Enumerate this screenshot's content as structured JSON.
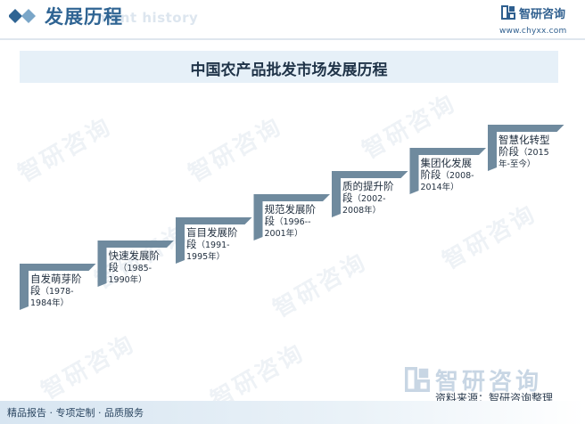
{
  "header": {
    "title": "发展历程",
    "title_en": "ment history",
    "logo_name": "智研咨询",
    "logo_url": "www.chyxx.com"
  },
  "chart_title": "中国农产品批发市场发展历程",
  "steps": [
    {
      "name": "自发萌芽阶段",
      "line1": "自发萌芽阶",
      "line2": "段",
      "years_a": "（1978-",
      "years_b": "1984年）"
    },
    {
      "name": "快速发展阶段",
      "line1": "快速发展阶",
      "line2": "段",
      "years_a": "（1985-",
      "years_b": "1990年）"
    },
    {
      "name": "盲目发展阶段",
      "line1": "盲目发展阶",
      "line2": "段",
      "years_a": "（1991-",
      "years_b": "1995年）"
    },
    {
      "name": "规范发展阶段",
      "line1": "规范发展阶",
      "line2": "段",
      "years_a": "（1996--",
      "years_b": "2001年）"
    },
    {
      "name": "质的提升阶段",
      "line1": "质的提升阶",
      "line2": "段",
      "years_a": "（2002-",
      "years_b": "2008年）"
    },
    {
      "name": "集团化发展阶段",
      "line1": "集团化发展",
      "line2": "阶段",
      "years_a": "（2008-",
      "years_b": "2014年）"
    },
    {
      "name": "智慧化转型阶段",
      "line1": "智慧化转型",
      "line2": "阶段",
      "years_a": "（2015",
      "years_b": "年-至今）"
    }
  ],
  "watermark": "智研咨询",
  "source": "资料来源：智研咨询整理",
  "footer": "精品报告 · 专项定制 · 品质服务",
  "colors": {
    "accent": "#2f6493",
    "step_fill": "#6f8a9e",
    "band": "#e6f0f8",
    "footer": "#d7e5f1"
  }
}
